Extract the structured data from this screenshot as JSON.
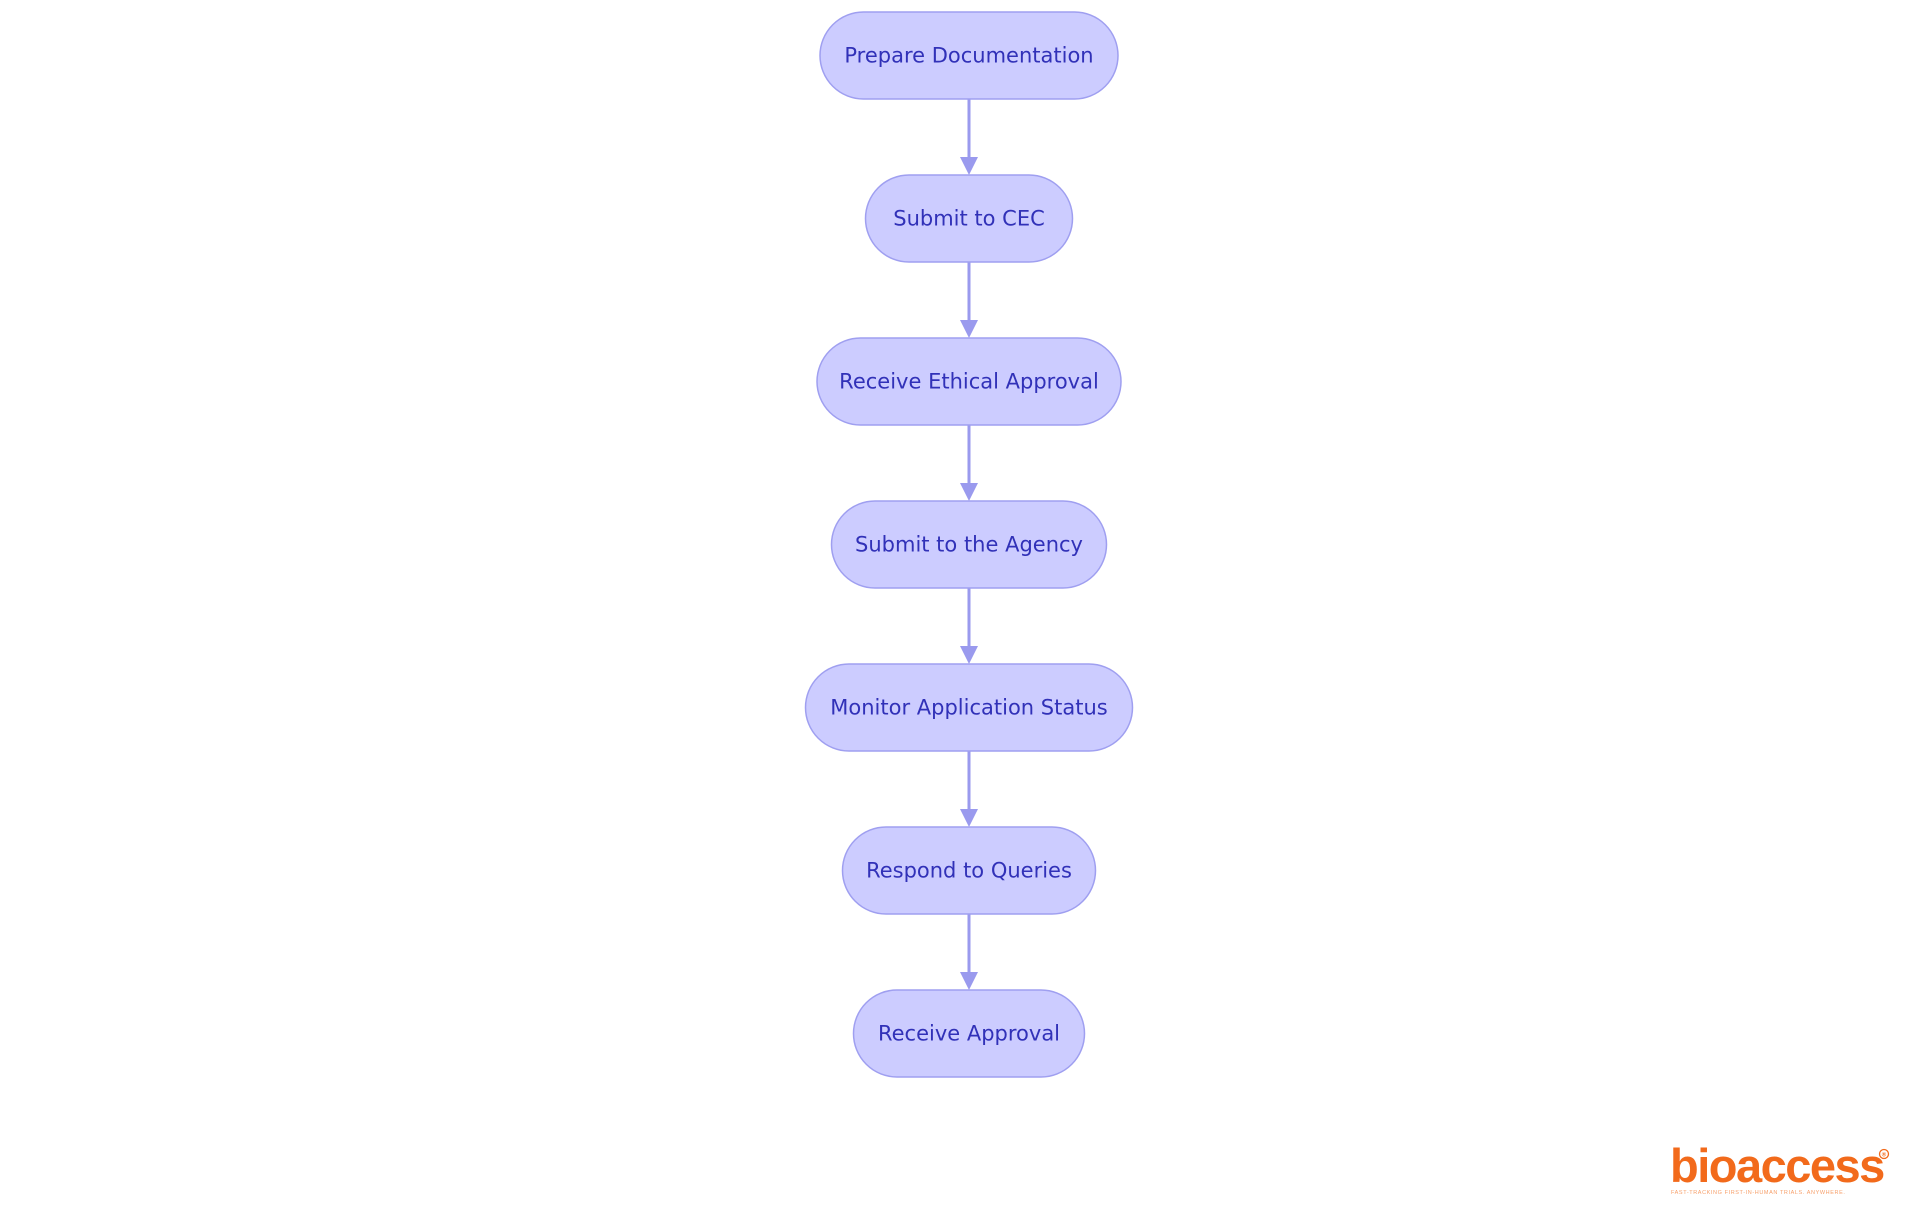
{
  "diagram": {
    "type": "flowchart",
    "direction": "top-to-bottom",
    "colors": {
      "node_fill": "#ccccff",
      "node_stroke": "#9f9ff0",
      "label_text": "#3131b8",
      "edge": "#9a9aee",
      "background": "#ffffff"
    },
    "nodes": [
      {
        "id": "n1",
        "label": "Prepare Documentation"
      },
      {
        "id": "n2",
        "label": "Submit to CEC"
      },
      {
        "id": "n3",
        "label": "Receive Ethical Approval"
      },
      {
        "id": "n4",
        "label": "Submit to the Agency"
      },
      {
        "id": "n5",
        "label": "Monitor Application Status"
      },
      {
        "id": "n6",
        "label": "Respond to Queries"
      },
      {
        "id": "n7",
        "label": "Receive Approval"
      }
    ],
    "edges": [
      {
        "from": "n1",
        "to": "n2"
      },
      {
        "from": "n2",
        "to": "n3"
      },
      {
        "from": "n3",
        "to": "n4"
      },
      {
        "from": "n4",
        "to": "n5"
      },
      {
        "from": "n5",
        "to": "n6"
      },
      {
        "from": "n6",
        "to": "n7"
      }
    ]
  },
  "logo": {
    "wordmark": "bioaccess",
    "registered_mark": "®",
    "tagline": "FAST-TRACKING FIRST-IN-HUMAN TRIALS. ANYWHERE.",
    "color": "#f26a1b"
  }
}
